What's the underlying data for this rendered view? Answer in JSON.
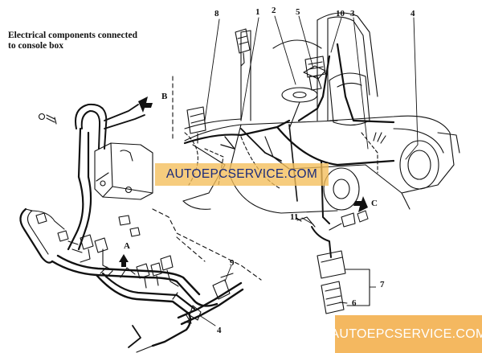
{
  "title_lines": [
    "Electrical components connected",
    "to console box"
  ],
  "callouts": {
    "c1": "1",
    "c2": "2",
    "c3": "3",
    "c4a": "4",
    "c4b": "4",
    "c5": "5",
    "c6": "6",
    "c7": "7",
    "c8": "8",
    "c9": "9",
    "c10": "10",
    "c11": "11"
  },
  "view_letters": {
    "A": "A",
    "B": "B",
    "C": "C"
  },
  "watermarks": {
    "center": "AUTOEPCSERVICE.COM",
    "corner": "AUTOEPCSERVICE.COM"
  },
  "colors": {
    "line": "#111111",
    "watermark_bg": "#f4b860",
    "watermark_text": "#1a2a7a"
  }
}
